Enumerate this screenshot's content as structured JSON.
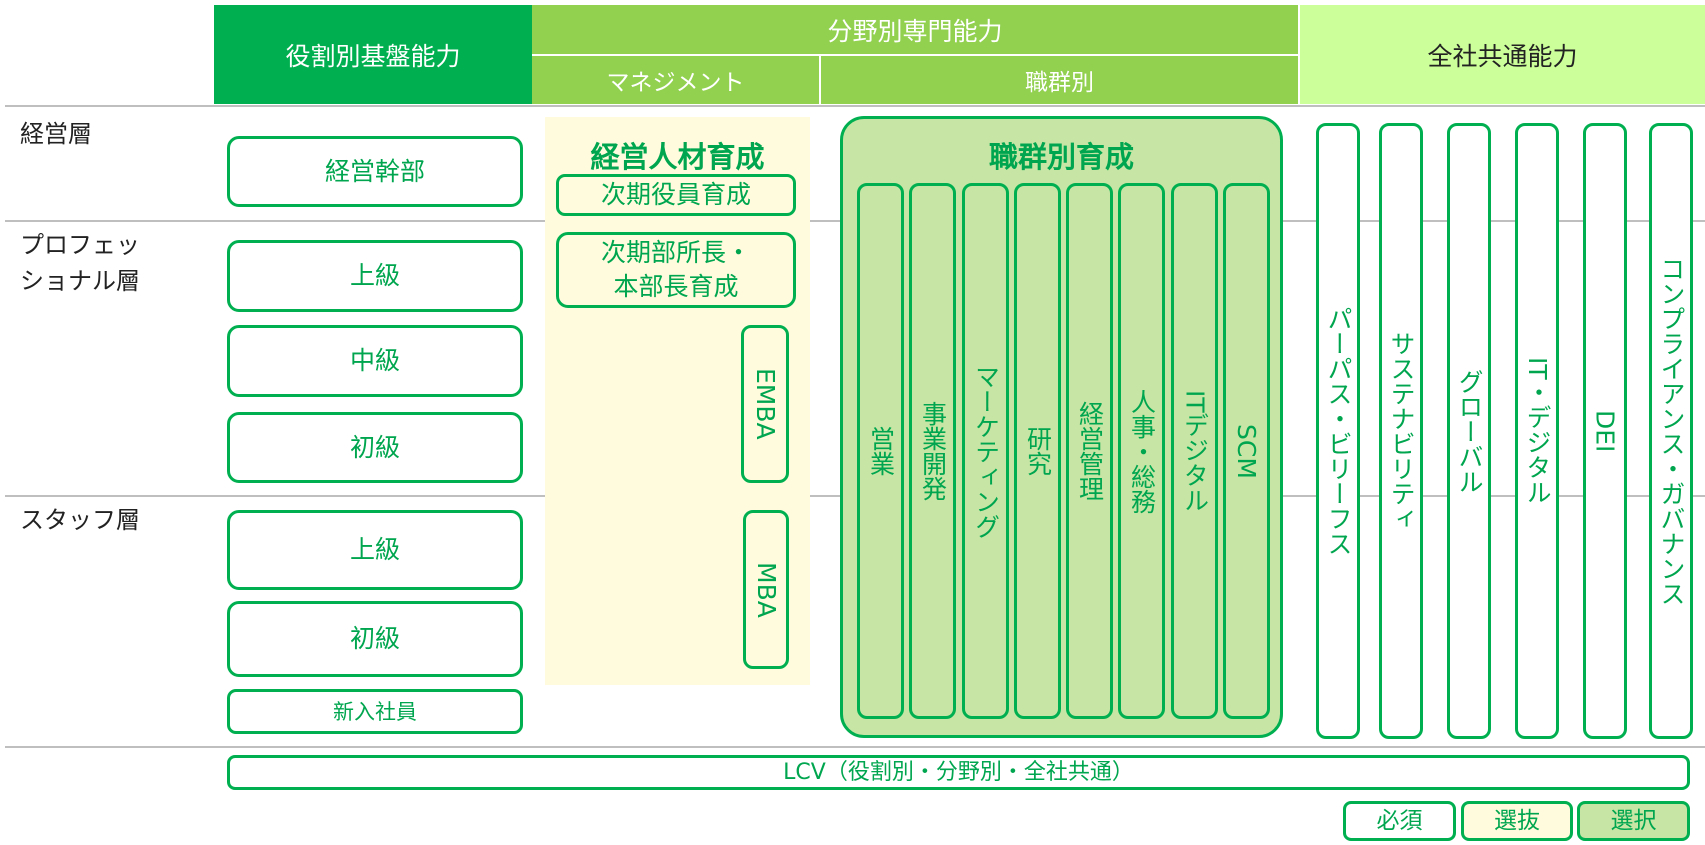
{
  "header": {
    "role_based": "役割別基盤能力",
    "field_specialized": "分野別専門能力",
    "management": "マネジメント",
    "job_group": "職群別",
    "company_common": "全社共通能力"
  },
  "rows": {
    "executive": "経営層",
    "professional_line1": "プロフェッ",
    "professional_line2": "ショナル層",
    "staff": "スタッフ層"
  },
  "role_boxes": [
    "経営幹部",
    "上級",
    "中級",
    "初級",
    "上級",
    "初級",
    "新入社員"
  ],
  "management": {
    "title": "経営人材育成",
    "next_officer": "次期役員育成",
    "next_manager_line1": "次期部所長・",
    "next_manager_line2": "本部長育成",
    "emba": "EMBA",
    "mba": "MBA"
  },
  "job_group": {
    "title": "職群別育成",
    "columns": [
      "営業",
      "事業開発",
      "マーケティング",
      "研究",
      "経営管理",
      "人事・総務",
      "ITデジタル",
      "SCM"
    ]
  },
  "common": [
    "パーパス・ビリーフス",
    "サステナビリティ",
    "グローバル",
    "IT・デジタル",
    "DEI",
    "コンプライアンス・ガバナンス"
  ],
  "lcv": "LCV（役割別・分野別・全社共通）",
  "legend": {
    "required": "必須",
    "selected": "選抜",
    "elective": "選択"
  },
  "colors": {
    "dark_green": "#00b050",
    "mid_green": "#92d050",
    "light_green": "#ccff99",
    "job_fill": "#c7e5a4",
    "selection_fill": "#fffbdc"
  }
}
